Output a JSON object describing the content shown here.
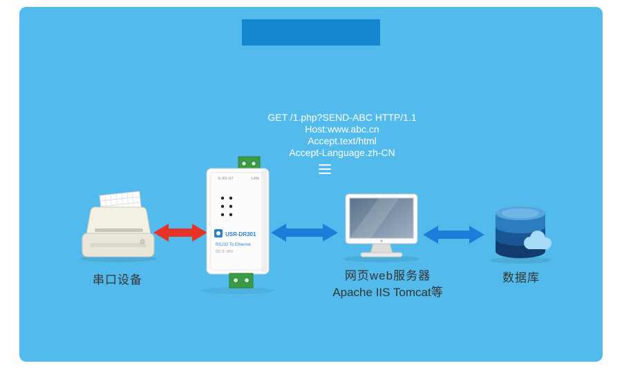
{
  "diagram": {
    "http_request": {
      "lines": [
        "GET /1.php?SEND-ABC HTTP/1.1",
        "Host:www.abc.cn",
        "Accept.text/html",
        "Accept-Language.zh-CN"
      ]
    },
    "device": {
      "model": "USR-DR301",
      "subtitle": "RS232 To Ethernet",
      "power": "DC:5~36V",
      "port_left": "E RS G7",
      "port_right": "LAN"
    },
    "labels": {
      "serial_device": "串口设备",
      "web_server": "网页web服务器",
      "web_server_sub": "Apache IIS Tomcat等",
      "database": "数据库"
    },
    "colors": {
      "panel_bg": "#53bbec",
      "tab": "#1587d2",
      "arrow_red": "#e63327",
      "arrow_blue": "#1b7ed8",
      "text_light": "#ffffff",
      "text_dark": "#333333"
    }
  }
}
